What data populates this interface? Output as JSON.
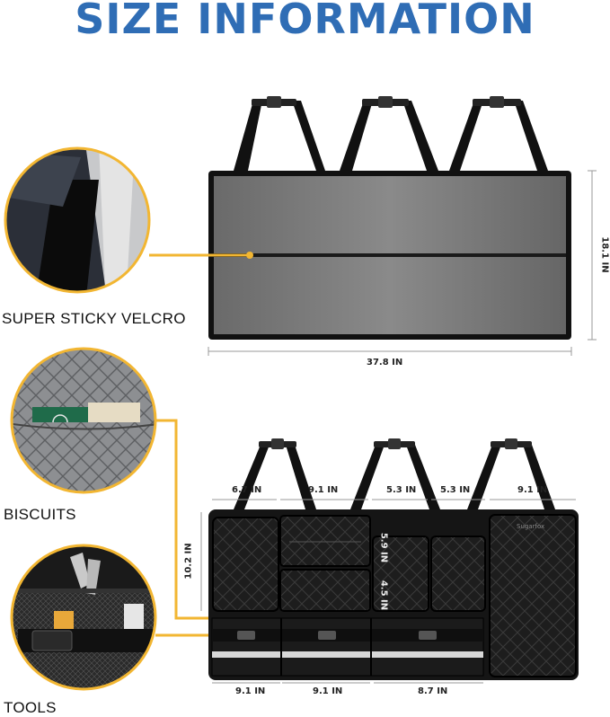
{
  "heading": "SIZE INFORMATION",
  "callouts": {
    "velcro": "SUPER STICKY VELCRO",
    "biscuits": "BISCUITS",
    "tools": "TOOLS"
  },
  "back_panel": {
    "width": "37.8 IN",
    "height": "18.1 IN"
  },
  "front_panel": {
    "brand": "Sugarfox",
    "top_dims": [
      "6.7 IN",
      "9.1 IN",
      "5.3 IN",
      "5.3 IN",
      "9.1 IN"
    ],
    "bottom_dims": [
      "9.1 IN",
      "9.1 IN",
      "8.7 IN"
    ],
    "left_dim": "10.2 IN",
    "pocket_dims": [
      "5.9 IN",
      "4.5 IN"
    ]
  },
  "colors": {
    "title": "#2f6db5",
    "callout_line": "#f2b632"
  }
}
